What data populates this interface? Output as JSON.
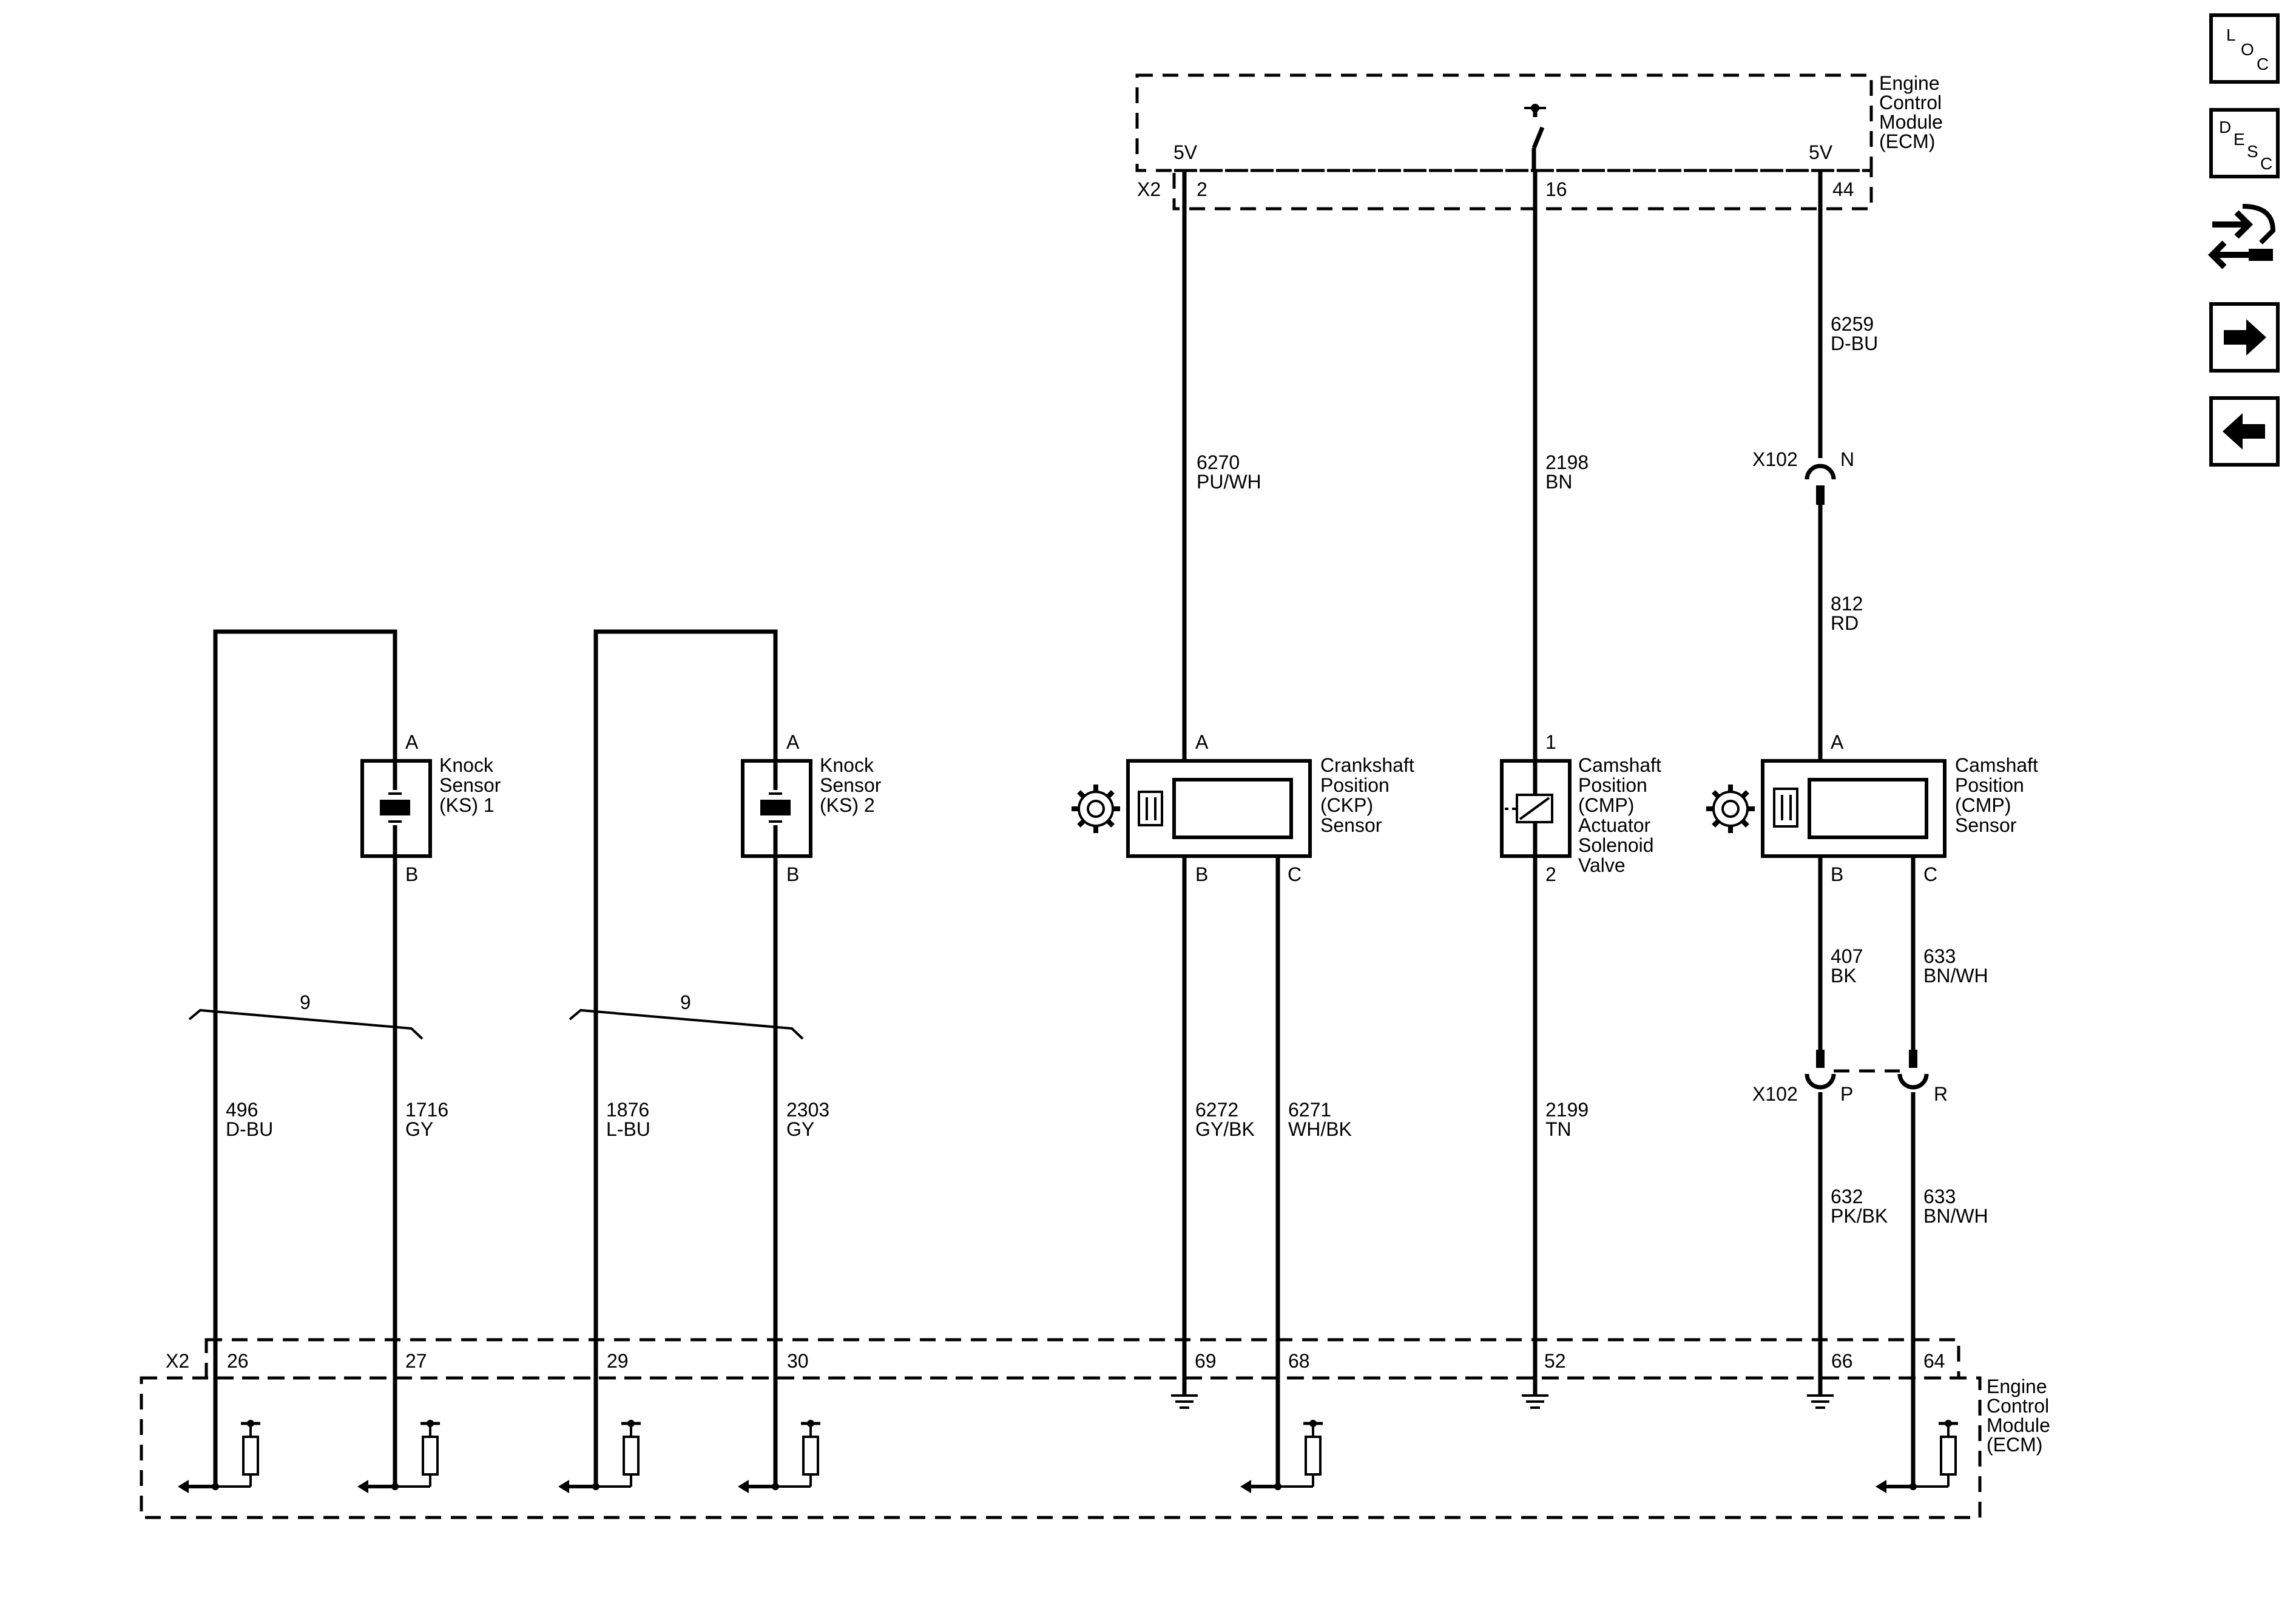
{
  "ecm_top": {
    "name_lines": [
      "Engine",
      "Control",
      "Module",
      "(ECM)"
    ],
    "connector": "X2",
    "pins": [
      "2",
      "16",
      "44"
    ],
    "voltage_left": "5V",
    "voltage_right": "5V"
  },
  "ecm_bottom": {
    "name_lines": [
      "Engine",
      "Control",
      "Module",
      "(ECM)"
    ],
    "connector": "X2",
    "pins": [
      "26",
      "27",
      "29",
      "30",
      "69",
      "68",
      "52",
      "66",
      "64"
    ]
  },
  "components": {
    "ks1": {
      "lines": [
        "Knock",
        "Sensor",
        "(KS) 1"
      ],
      "pin_a": "A",
      "pin_b": "B"
    },
    "ks2": {
      "lines": [
        "Knock",
        "Sensor",
        "(KS) 2"
      ],
      "pin_a": "A",
      "pin_b": "B"
    },
    "ckp": {
      "lines": [
        "Crankshaft",
        "Position",
        "(CKP)",
        "Sensor"
      ],
      "pin_a": "A",
      "pin_b": "B",
      "pin_c": "C"
    },
    "cmp_valve": {
      "lines": [
        "Camshaft",
        "Position",
        "(CMP)",
        "Actuator",
        "Solenoid",
        "Valve"
      ],
      "pin_1": "1",
      "pin_2": "2"
    },
    "cmp_sensor": {
      "lines": [
        "Camshaft",
        "Position",
        "(CMP)",
        "Sensor"
      ],
      "pin_a": "A",
      "pin_b": "B",
      "pin_c": "C"
    }
  },
  "wires": {
    "ckp_a": {
      "circuit": "6270",
      "color": "PU/WH"
    },
    "cmp_valve_1": {
      "circuit": "2198",
      "color": "BN"
    },
    "cmp_5v_upper": {
      "circuit": "6259",
      "color": "D-BU"
    },
    "cmp_a": {
      "circuit": "812",
      "color": "RD"
    },
    "cmp_b_upper": {
      "circuit": "407",
      "color": "BK"
    },
    "cmp_c_upper": {
      "circuit": "633",
      "color": "BN/WH"
    },
    "cmp_b_lower": {
      "circuit": "632",
      "color": "PK/BK"
    },
    "cmp_c_lower": {
      "circuit": "633",
      "color": "BN/WH"
    },
    "ks1_low": {
      "circuit": "496",
      "color": "D-BU"
    },
    "ks1_sig": {
      "circuit": "1716",
      "color": "GY"
    },
    "ks2_low": {
      "circuit": "1876",
      "color": "L-BU"
    },
    "ks2_sig": {
      "circuit": "2303",
      "color": "GY"
    },
    "ckp_b": {
      "circuit": "6272",
      "color": "GY/BK"
    },
    "ckp_c": {
      "circuit": "6271",
      "color": "WH/BK"
    },
    "cmp_valve_2": {
      "circuit": "2199",
      "color": "TN"
    }
  },
  "twisted_pairs": [
    {
      "label": "9"
    },
    {
      "label": "9"
    }
  ],
  "inline_connectors": {
    "upper": {
      "name": "X102",
      "pin": "N"
    },
    "lower": {
      "name": "X102",
      "pins": [
        "P",
        "R"
      ]
    }
  },
  "nav": {
    "loc": {
      "letters": [
        "L",
        "O",
        "C"
      ],
      "icon": "location-button"
    },
    "desc": {
      "letters": [
        "D",
        "E",
        "S",
        "C"
      ],
      "icon": "description-button"
    },
    "tools_icon": "connector-repair-icon",
    "next_icon": "arrow-right-icon",
    "prev_icon": "arrow-left-icon"
  }
}
